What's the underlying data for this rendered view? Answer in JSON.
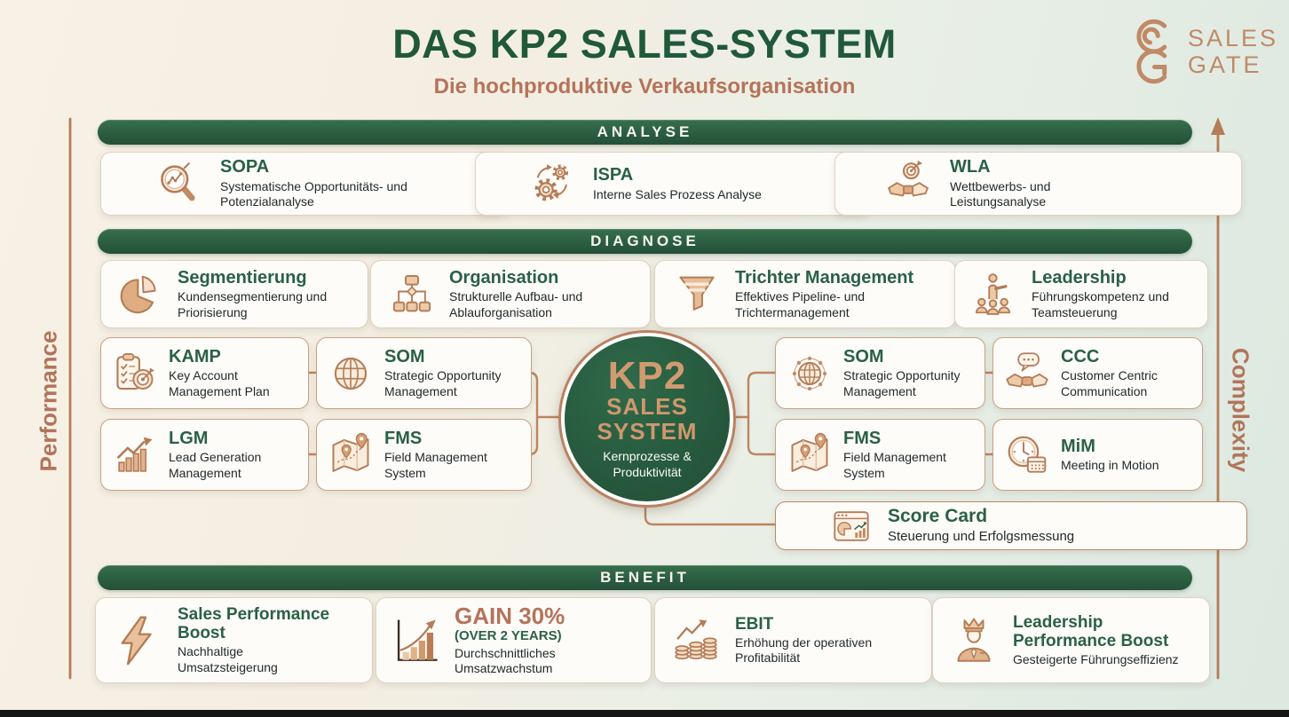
{
  "header": {
    "title": "DAS KP2 SALES-SYSTEM",
    "subtitle": "Die hochproduktive Verkaufsorganisation",
    "logo": {
      "line1": "SALES",
      "line2": "GATE"
    }
  },
  "axes": {
    "left_label": "Performance",
    "right_label": "Complexity"
  },
  "bands": {
    "analyse": "ANALYSE",
    "diagnose": "DIAGNOSE",
    "benefit": "BENEFIT"
  },
  "analyse_cards": [
    {
      "abbr": "SOPA",
      "desc": "Systematische Opportunitäts- und Potenzialanalyse",
      "icon": "magnifier-chart-icon"
    },
    {
      "abbr": "ISPA",
      "desc": "Interne Sales Prozess Analyse",
      "icon": "gears-icon"
    },
    {
      "abbr": "WLA",
      "desc": "Wettbewerbs- und Leistungsanalyse",
      "icon": "handshake-target-icon"
    }
  ],
  "diagnose_cards": [
    {
      "title": "Segmentierung",
      "desc": "Kundensegmentierung und Priorisierung",
      "icon": "pie-chart-icon"
    },
    {
      "title": "Organisation",
      "desc": "Strukturelle Aufbau- und Ablauforganisation",
      "icon": "org-chart-icon"
    },
    {
      "title": "Trichter Management",
      "desc": "Effektives Pipeline- und Trichtermanagement",
      "icon": "funnel-icon"
    },
    {
      "title": "Leadership",
      "desc": "Führungskompetenz und Teamsteuerung",
      "icon": "presenter-group-icon"
    }
  ],
  "process_cards": {
    "kamp": {
      "abbr": "KAMP",
      "desc": "Key Account Management Plan"
    },
    "som_left": {
      "abbr": "SOM",
      "desc": "Strategic Opportunity Management"
    },
    "lgm": {
      "abbr": "LGM",
      "desc": "Lead Generation Management"
    },
    "fms_left": {
      "abbr": "FMS",
      "desc": "Field Management System"
    },
    "som_right": {
      "abbr": "SOM",
      "desc": "Strategic Opportunity Management"
    },
    "ccc": {
      "abbr": "CCC",
      "desc": "Customer Centric Communication"
    },
    "fms_right": {
      "abbr": "FMS",
      "desc": "Field Management System"
    },
    "mim": {
      "abbr": "MiM",
      "desc": "Meeting in Motion"
    },
    "score_card": {
      "title": "Score Card",
      "desc": "Steuerung und Erfolgsmessung"
    }
  },
  "center_circle": {
    "line1": "KP2",
    "line2": "SALES",
    "line3": "SYSTEM",
    "sub": "Kernprozesse & Produktivität"
  },
  "benefit_cards": [
    {
      "title": "Sales Performance Boost",
      "desc": "Nachhaltige Umsatzsteigerung",
      "icon": "lightning-icon"
    },
    {
      "title": "GAIN 30%",
      "subtitle": "(OVER 2 YEARS)",
      "desc": "Durchschnittliches Umsatzwachstum",
      "icon": "growth-bars-arrow-icon"
    },
    {
      "title": "EBIT",
      "desc": "Erhöhung der operativen Profitabilität",
      "icon": "coins-arrow-icon"
    },
    {
      "title": "Leadership Performance Boost",
      "desc": "Gesteigerte Führungseffizienz",
      "icon": "crown-person-icon"
    }
  ],
  "colors": {
    "band_green": "#2a5c3f",
    "title_green": "#20593a",
    "card_title_green": "#2a6143",
    "copper_accent": "#b47c57",
    "copper_text": "#b5735a",
    "card_background": "#fdfcf9"
  }
}
